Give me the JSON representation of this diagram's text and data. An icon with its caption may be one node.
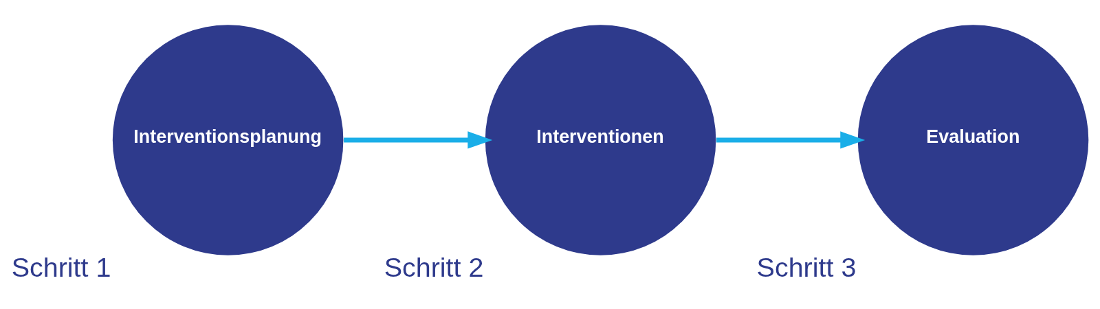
{
  "diagram": {
    "nodes": [
      {
        "text": [
          "Schritt 1",
          "Interventionsplanung"
        ]
      },
      {
        "text": [
          "Schritt 2",
          "Interventionen"
        ]
      },
      {
        "text": [
          "Schritt 3",
          "Evaluation"
        ]
      }
    ],
    "edges": [
      {
        "from": 0,
        "to": 1,
        "arrow": "to"
      },
      {
        "from": 1,
        "to": 2,
        "arrow": "to"
      }
    ]
  }
}
